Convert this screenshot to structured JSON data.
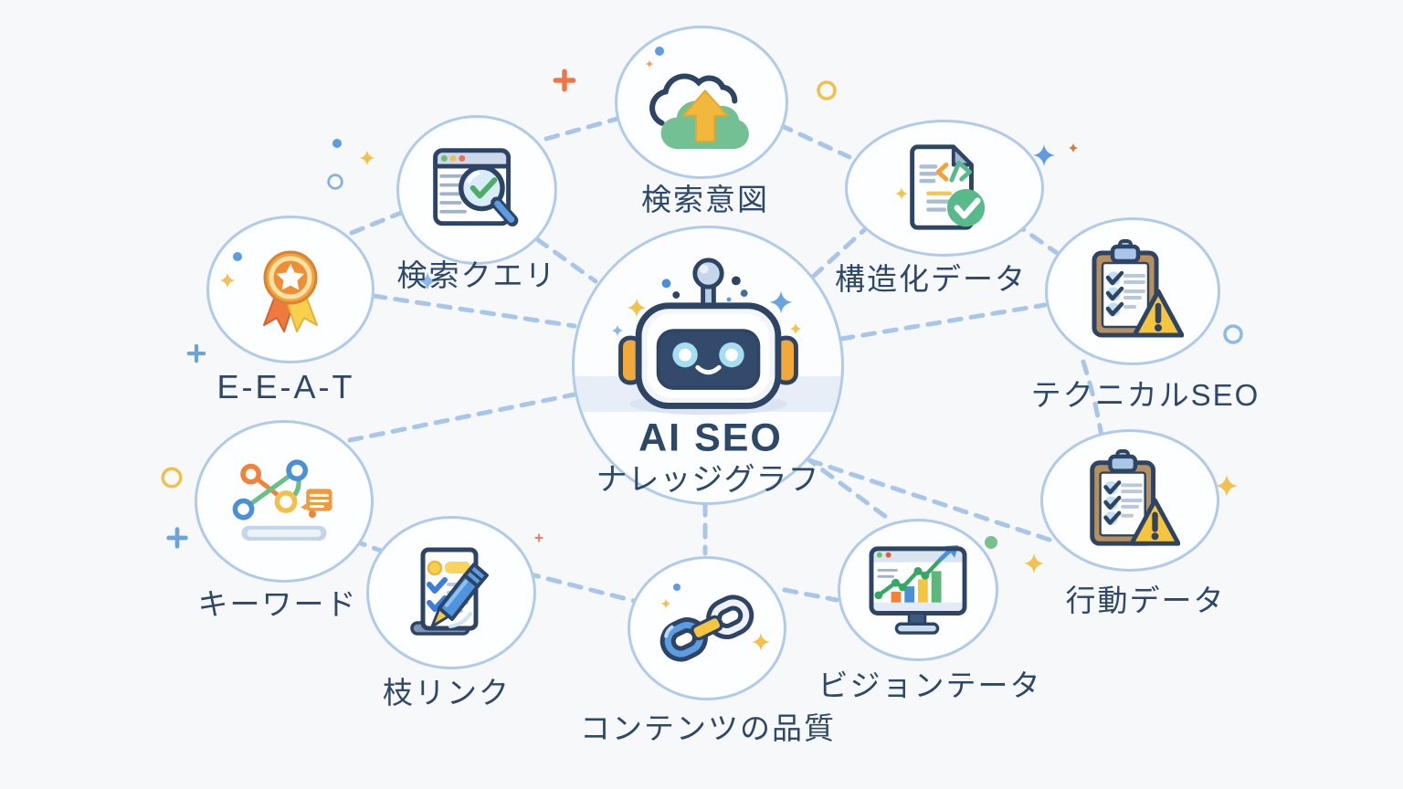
{
  "diagram": {
    "title": "AI SEO",
    "subtitle": "ナレッジグラフ",
    "center_icon": "robot-icon",
    "nodes": [
      {
        "id": "search-intent",
        "label": "検索意図",
        "icon": "cloud-upload-icon"
      },
      {
        "id": "search-query",
        "label": "検索クエリ",
        "icon": "browser-search-check-icon"
      },
      {
        "id": "structured-data",
        "label": "構造化データ",
        "icon": "code-document-check-icon"
      },
      {
        "id": "eeat",
        "label": "E-E-A-T",
        "icon": "award-ribbon-icon"
      },
      {
        "id": "technical-seo",
        "label": "テクニカルSEO",
        "icon": "clipboard-warning-icon"
      },
      {
        "id": "keyword",
        "label": "キーワード",
        "icon": "network-graph-icon"
      },
      {
        "id": "behavior-data",
        "label": "行動データ",
        "icon": "clipboard-warning-icon"
      },
      {
        "id": "branch-link",
        "label": "枝リンク",
        "icon": "document-pen-icon"
      },
      {
        "id": "content-quality",
        "label": "コンテンツの品質",
        "icon": "chain-link-icon"
      },
      {
        "id": "vision-data",
        "label": "ビジョンテータ",
        "icon": "monitor-chart-icon"
      }
    ],
    "colors": {
      "background": "#f7f8fa",
      "circle_stroke": "#b0cbea",
      "edge_dash": "#a8c6ea",
      "label_text": "#2d4868",
      "navy_outline": "#2e4464",
      "accent_yellow": "#f2c14e",
      "accent_orange": "#f0823c",
      "accent_blue": "#4a90d9",
      "accent_green": "#58b98a"
    }
  }
}
